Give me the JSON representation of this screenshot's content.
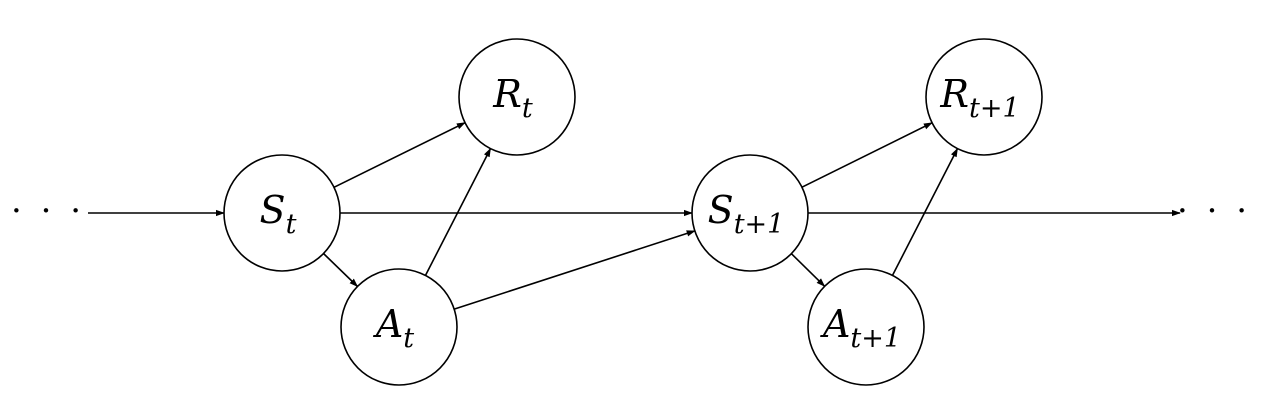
{
  "diagram": {
    "ellipsis_left": "· · ·",
    "ellipsis_right": "· · ·",
    "nodes": {
      "s_t": {
        "main": "S",
        "sub": "t"
      },
      "a_t": {
        "main": "A",
        "sub": "t"
      },
      "r_t": {
        "main": "R",
        "sub": "t"
      },
      "s_t1": {
        "main": "S",
        "sub": "t+1"
      },
      "a_t1": {
        "main": "A",
        "sub": "t+1"
      },
      "r_t1": {
        "main": "R",
        "sub": "t+1"
      }
    },
    "edges": [
      {
        "from": "ellipsis_left",
        "to": "s_t"
      },
      {
        "from": "s_t",
        "to": "r_t"
      },
      {
        "from": "s_t",
        "to": "a_t"
      },
      {
        "from": "s_t",
        "to": "s_t1"
      },
      {
        "from": "a_t",
        "to": "r_t"
      },
      {
        "from": "a_t",
        "to": "s_t1"
      },
      {
        "from": "s_t1",
        "to": "r_t1"
      },
      {
        "from": "s_t1",
        "to": "a_t1"
      },
      {
        "from": "a_t1",
        "to": "r_t1"
      },
      {
        "from": "s_t1",
        "to": "ellipsis_right"
      }
    ]
  }
}
